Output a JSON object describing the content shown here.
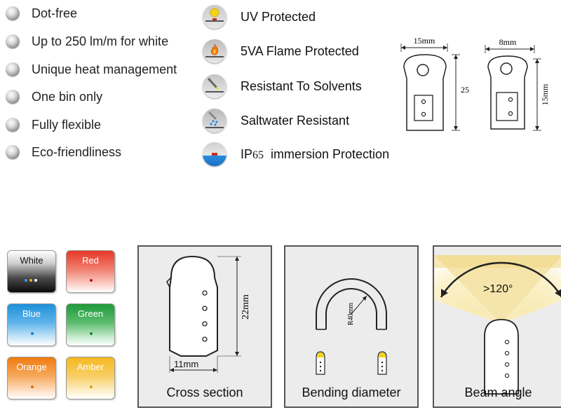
{
  "features": [
    "Dot-free",
    "Up to 250 lm/m for white",
    "Unique heat management",
    "One bin only",
    "Fully flexible",
    "Eco-friendliness"
  ],
  "protections": [
    {
      "label": "UV Protected",
      "icon": "sun-icon"
    },
    {
      "label": "5VA Flame Protected",
      "icon": "flame-icon"
    },
    {
      "label": "Resistant To Solvents",
      "icon": "solvent-icon"
    },
    {
      "label": "Saltwater Resistant",
      "icon": "water-drops-icon"
    },
    {
      "label_prefix": "IP",
      "label_sub": "65",
      "label_rest": "  immersion Protection",
      "icon": "immersion-icon"
    }
  ],
  "dimensions": {
    "wide": {
      "width": "15mm",
      "height": "25"
    },
    "narrow": {
      "width": "8mm",
      "height": "15mm"
    }
  },
  "colors": [
    {
      "label": "White",
      "color": "#e8e8e8"
    },
    {
      "label": "Red",
      "color": "#d8281c"
    },
    {
      "label": "Blue",
      "color": "#1e8fd8"
    },
    {
      "label": "Green",
      "color": "#1e9a3a"
    },
    {
      "label": "Orange",
      "color": "#f07a10"
    },
    {
      "label": "Amber",
      "color": "#f5b820"
    }
  ],
  "cross_section": {
    "caption": "Cross section",
    "height": "22mm",
    "width": "11mm"
  },
  "bending": {
    "caption": "Bending diameter",
    "radius": "R40mm"
  },
  "beam": {
    "caption": "Beam angle",
    "angle": ">120°"
  }
}
